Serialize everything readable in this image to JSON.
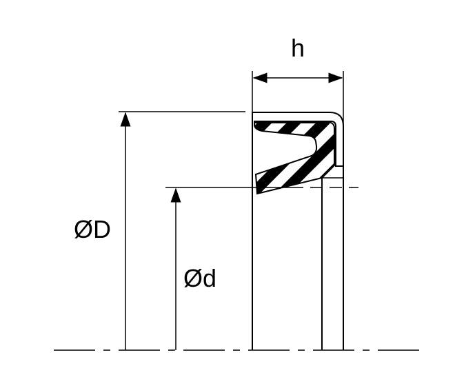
{
  "labels": {
    "height": "h",
    "outer_diameter": "ØD",
    "inner_diameter": "Ød"
  },
  "colors": {
    "line": "#000000",
    "background": "#ffffff"
  }
}
